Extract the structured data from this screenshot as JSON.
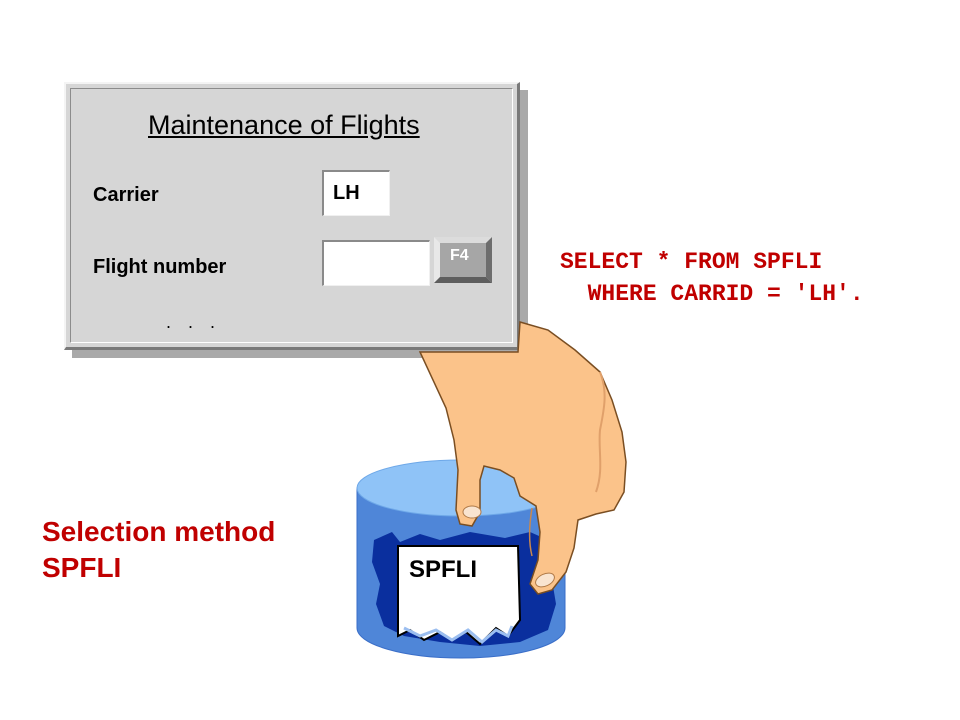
{
  "dialog": {
    "title": "Maintenance of Flights",
    "carrier_label": "Carrier",
    "carrier_value": "LH",
    "flight_number_label": "Flight number",
    "flight_number_value": "",
    "f4_label": "F4",
    "more_fields": ". . ."
  },
  "sql": {
    "line1": "SELECT * FROM SPFLI",
    "line2": "  WHERE CARRID = 'LH'."
  },
  "caption": {
    "line1": "Selection method",
    "line2": "SPFLI"
  },
  "database": {
    "table_label": "SPFLI"
  },
  "colors": {
    "accent_red": "#c00000",
    "db_top": "#8fc3f7",
    "db_body": "#4f86d8",
    "db_dark": "#0a2f9e",
    "hand": "#fbc38a"
  }
}
